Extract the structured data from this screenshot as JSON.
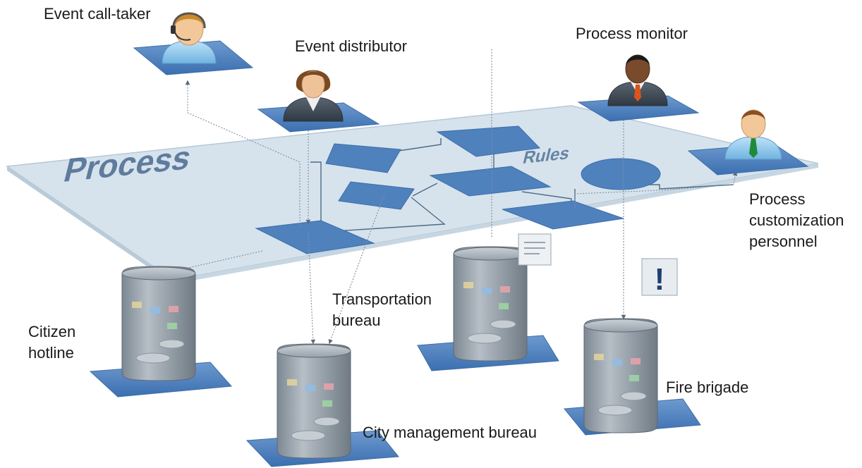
{
  "diagram": {
    "plane_title": "Process",
    "rules_label": "Rules",
    "alert_glyph": "!",
    "colors": {
      "plane": "#d7e4ee",
      "shape": "#4f81bd",
      "pad": "#4f81bd",
      "server_body": "#9aa4ae",
      "connector": "#7f8fa0"
    }
  },
  "roles": {
    "event_call_taker": "Event call-taker",
    "event_distributor": "Event distributor",
    "process_monitor": "Process monitor",
    "process_customization_personnel": [
      "Process",
      "customization",
      "personnel"
    ]
  },
  "systems": {
    "citizen_hotline": [
      "Citizen",
      "hotline"
    ],
    "transportation_bureau": [
      "Transportation",
      "bureau"
    ],
    "city_management_bureau": "City management bureau",
    "fire_brigade": "Fire brigade"
  },
  "icons": {
    "person": "person-icon",
    "headset": "headset-icon",
    "server": "server-icon",
    "document": "document-icon",
    "alert": "alert-icon"
  }
}
